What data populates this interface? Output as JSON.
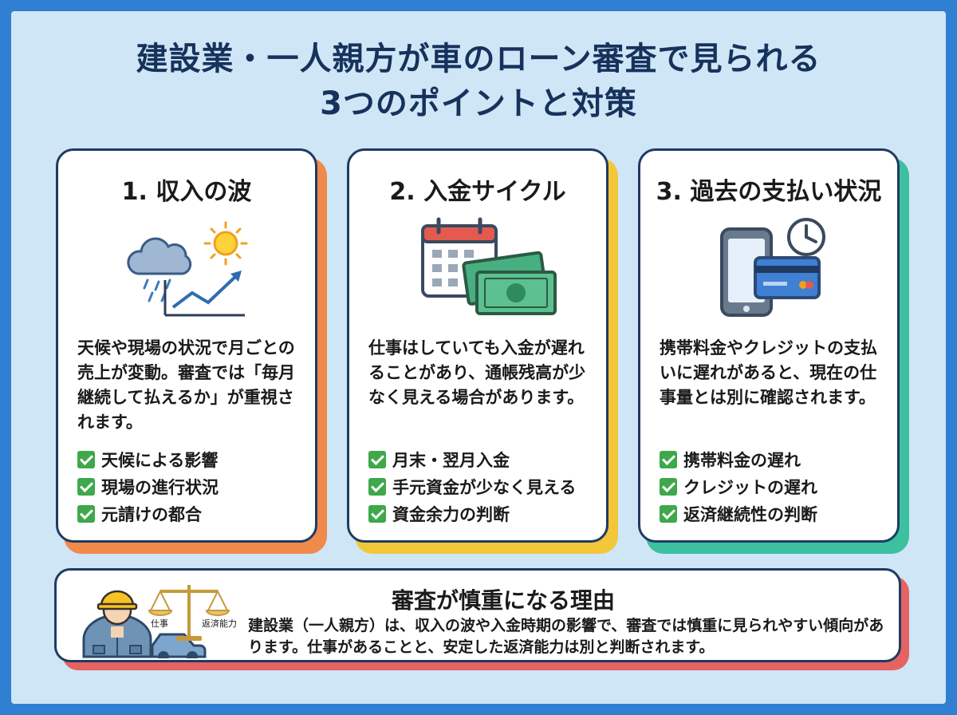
{
  "title": {
    "line1": "建設業・一人親方が車のローン審査で見られる",
    "line2": "3つのポイントと対策"
  },
  "colors": {
    "frame": "#2f7fd3",
    "background": "#cfe6f6",
    "card1_accent": "#f08a4b",
    "card2_accent": "#f3c73a",
    "card3_accent": "#3cc0a0",
    "bottom_accent": "#e46363",
    "check": "#3ea84a"
  },
  "cards": [
    {
      "heading": "1. 収入の波",
      "icon": "weather-growth-chart-icon",
      "description": "天候や現場の状況で月ごとの売上が変動。審査では「毎月継続して払えるか」が重視されます。",
      "items": [
        "天候による影響",
        "現場の進行状況",
        "元請けの都合"
      ]
    },
    {
      "heading": "2. 入金サイクル",
      "icon": "calendar-money-icon",
      "description": "仕事はしていても入金が遅れることがあり、通帳残高が少なく見える場合があります。",
      "items": [
        "月末・翌月入金",
        "手元資金が少なく見える",
        "資金余力の判断"
      ]
    },
    {
      "heading": "3. 過去の支払い状況",
      "icon": "phone-card-clock-icon",
      "description": "携帯料金やクレジットの支払いに遅れがあると、現在の仕事量とは別に確認されます。",
      "items": [
        "携帯料金の遅れ",
        "クレジットの遅れ",
        "返済継続性の判断"
      ]
    }
  ],
  "bottom": {
    "heading": "審査が慎重になる理由",
    "body": "建設業（一人親方）は、収入の波や入金時期の影響で、審査では慎重に見られやすい傾向があります。仕事があることと、安定した返済能力は別と判断されます。",
    "scale_left_label": "仕事",
    "scale_right_label": "返済能力"
  }
}
